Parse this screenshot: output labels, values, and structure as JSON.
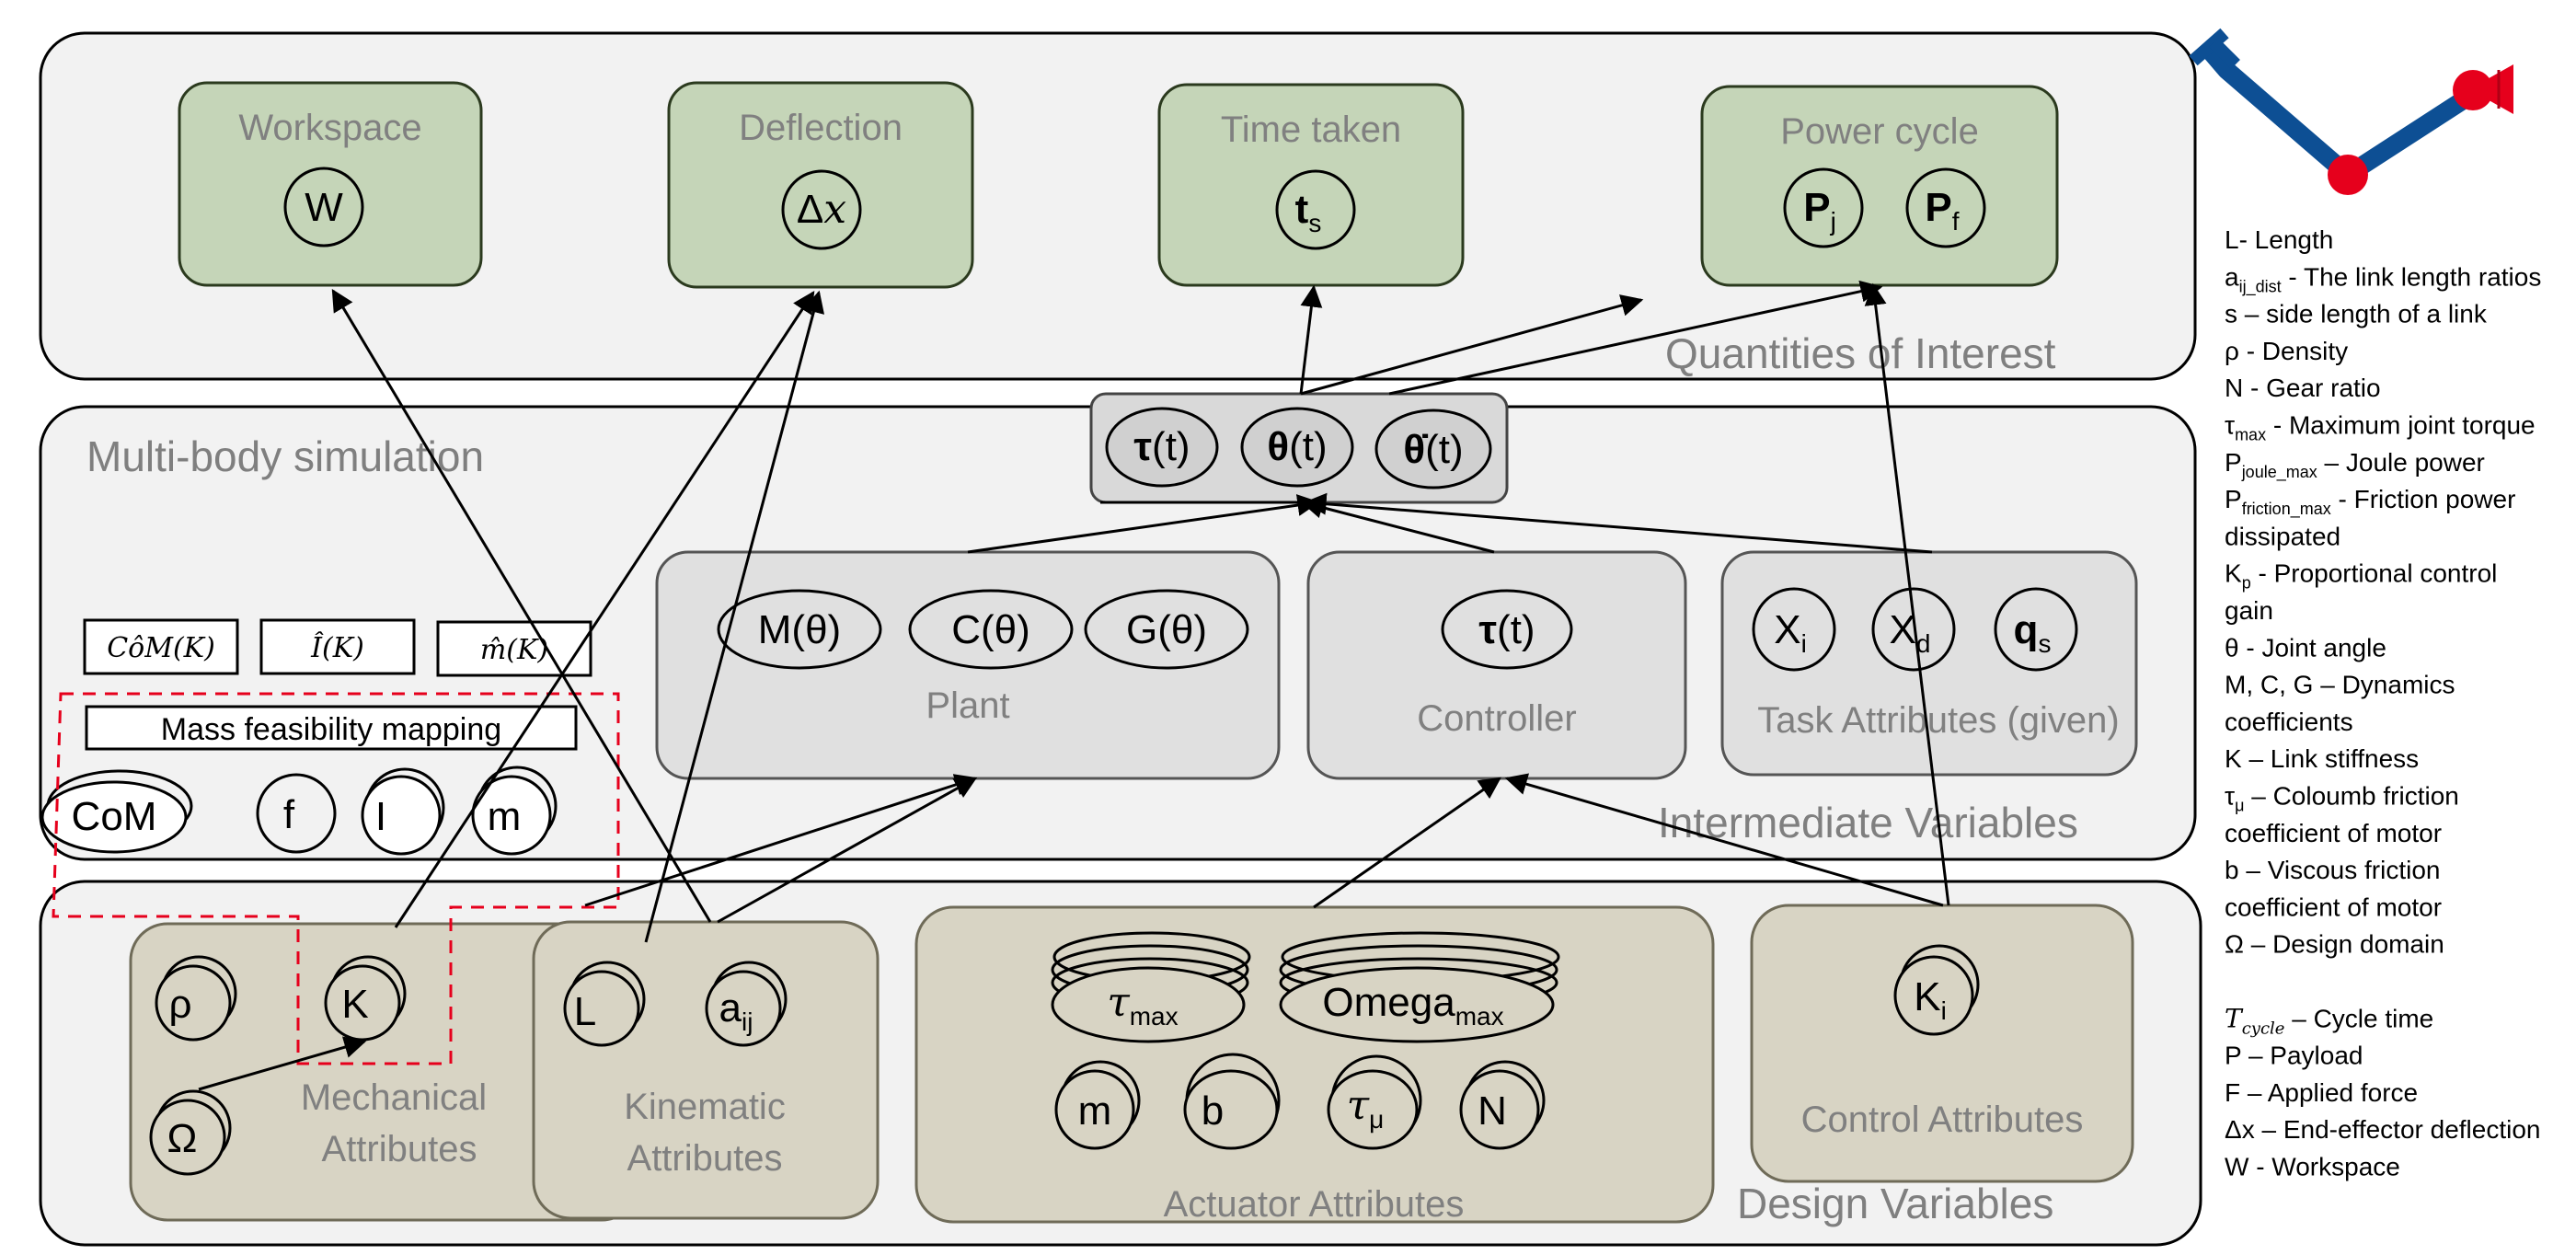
{
  "panels": {
    "qoi": "Quantities of Interest",
    "msb": "Multi-body simulation",
    "iv": "Intermediate Variables",
    "dv": "Design Variables"
  },
  "qoi_boxes": {
    "workspace": {
      "title": "Workspace",
      "symbol": "W"
    },
    "deflection": {
      "title": "Deflection",
      "symbol": "Δ",
      "symbol_var": "x"
    },
    "time": {
      "title": "Time taken",
      "symbol": "t",
      "sub": "s"
    },
    "power": {
      "title": "Power cycle",
      "p1": "P",
      "p1_sub": "j",
      "p2": "P",
      "p2_sub": "f"
    }
  },
  "sim_output": {
    "tau": "τ",
    "tau_arg": "(t)",
    "theta": "θ",
    "theta_arg": "(t)",
    "theta_dot": "θ̇",
    "theta_dot_arg": "(t)"
  },
  "plant": {
    "title": "Plant",
    "m": "M(θ)",
    "c": "C(θ)",
    "g": "G(θ)"
  },
  "controller": {
    "title": "Controller",
    "tau": "τ",
    "tau_arg": "(t)"
  },
  "task": {
    "title": "Task Attributes (given)",
    "xi": "X",
    "xi_sub": "i",
    "xd": "X",
    "xd_sub": "d",
    "qs": "q",
    "qs_sub": "s"
  },
  "mass_est": {
    "com": "CôM(K)",
    "i": "Î(K)",
    "m": "m̂(K)"
  },
  "mass_map": {
    "label": "Mass feasibility mapping",
    "com": "CoM",
    "f": "f",
    "i": "I",
    "m": "m"
  },
  "mechanical": {
    "title_line1": "Mechanical",
    "title_line2": "Attributes",
    "rho": "ρ",
    "k": "K",
    "omega": "Ω"
  },
  "kinematic": {
    "title_line1": "Kinematic",
    "title_line2": "Attributes",
    "l": "L",
    "a": "a",
    "a_sub": "ij"
  },
  "actuator": {
    "title": "Actuator Attributes",
    "tau_max": "τ",
    "tau_max_sub": "max",
    "omega_max": "Omega",
    "omega_max_sub": "max",
    "m": "m",
    "b": "b",
    "tau_mu": "τ",
    "tau_mu_sub": "μ",
    "n": "N"
  },
  "control_attr": {
    "title": "Control Attributes",
    "k": "K",
    "k_sub": "i"
  },
  "legend": [
    {
      "main": "L- Length"
    },
    {
      "main": "a",
      "sub": "ij_dist",
      "rest": " - The link length ratios"
    },
    {
      "main": "s – side length of a link"
    },
    {
      "main": "ρ - Density"
    },
    {
      "main": "N - Gear ratio"
    },
    {
      "main": " τ",
      "sub": "max",
      "rest": " - Maximum joint torque"
    },
    {
      "main": " P",
      "sub": "joule_max",
      "rest": " – Joule power"
    },
    {
      "main": " P",
      "sub": "friction_max",
      "rest": " - Friction power"
    },
    {
      "main": "dissipated"
    },
    {
      "main": "K",
      "sub": "p",
      "rest": "  - Proportional control"
    },
    {
      "main": "gain"
    },
    {
      "main": "θ - Joint angle"
    },
    {
      "main": "M, C, G – Dynamics"
    },
    {
      "main": "coefficients"
    },
    {
      "main": "K – Link stiffness"
    },
    {
      "main": "τ",
      "sub": "μ",
      "rest": " – Coloumb friction"
    },
    {
      "main": "coefficient of motor"
    },
    {
      "main": "b – Viscous friction"
    },
    {
      "main": "coefficient of motor"
    },
    {
      "main": "Ω – Design domain"
    },
    {
      "main": ""
    },
    {
      "main": "T",
      "sub": "cycle",
      "rest": " – Cycle time"
    },
    {
      "main": "P – Payload"
    },
    {
      "main": "F – Applied force"
    },
    {
      "main": "Δx – End-effector deflection"
    },
    {
      "main": "W - Workspace"
    }
  ],
  "colors": {
    "qoi_fill": "#c5d5b8",
    "panel_fill": "#f2f2f2",
    "inner_fill": "#e0e0e0",
    "design_fill": "#d8d4c4",
    "robot_blue": "#0d4f94",
    "robot_red": "#e6001c",
    "dash_red": "#e6001c"
  }
}
